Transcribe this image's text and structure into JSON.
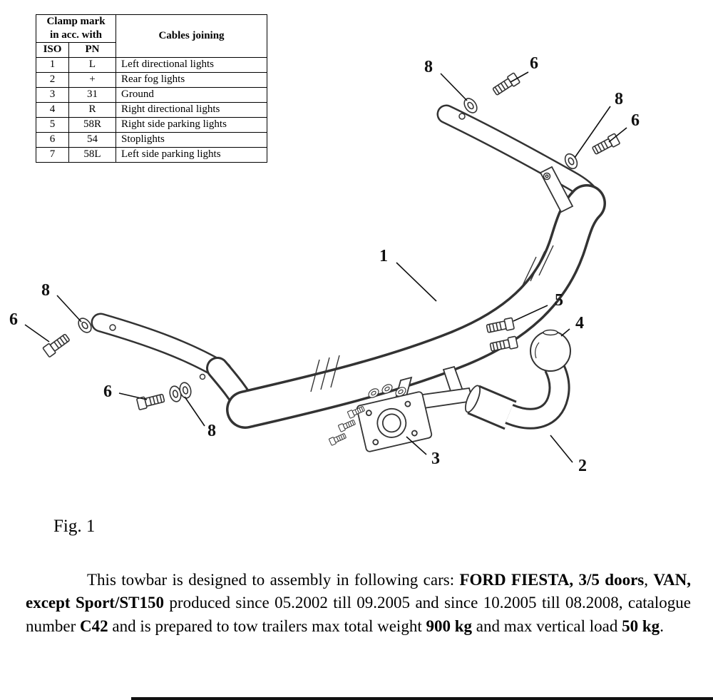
{
  "page": {
    "background": "#ffffff",
    "ink": "#000000",
    "line": "#333333"
  },
  "table": {
    "clamp_header_line1": "Clamp mark",
    "clamp_header_line2": "in acc. with",
    "cables_header": "Cables joining",
    "iso_header": "ISO",
    "pn_header": "PN",
    "rows": [
      {
        "iso": "1",
        "pn": "L",
        "cable": "Left directional lights"
      },
      {
        "iso": "2",
        "pn": "+",
        "cable": "Rear fog lights"
      },
      {
        "iso": "3",
        "pn": "31",
        "cable": "Ground"
      },
      {
        "iso": "4",
        "pn": "R",
        "cable": "Right directional lights"
      },
      {
        "iso": "5",
        "pn": "58R",
        "cable": "Right side parking lights"
      },
      {
        "iso": "6",
        "pn": "54",
        "cable": "Stoplights"
      },
      {
        "iso": "7",
        "pn": "58L",
        "cable": "Left side parking lights"
      }
    ]
  },
  "figure": {
    "caption": "Fig. 1",
    "callouts": {
      "n1": "1",
      "n2": "2",
      "n3": "3",
      "n4": "4",
      "n5": "5",
      "n6": "6",
      "n8": "8"
    }
  },
  "paragraph": {
    "segments": [
      {
        "text": "This towbar is designed to assembly in following cars: "
      },
      {
        "text": "FORD FIESTA, 3/5 doors"
      },
      {
        "text": ", "
      },
      {
        "text": "VAN, except Sport/ST150"
      },
      {
        "text": " produced since 05.2002 till 09.2005 and since 10.2005 till 08.2008, catalogue number "
      },
      {
        "text": "C42"
      },
      {
        "text": " and is prepared to tow trailers max total weight "
      },
      {
        "text": "900 kg"
      },
      {
        "text": " and max vertical load "
      },
      {
        "text": "50 kg"
      },
      {
        "text": "."
      }
    ]
  }
}
